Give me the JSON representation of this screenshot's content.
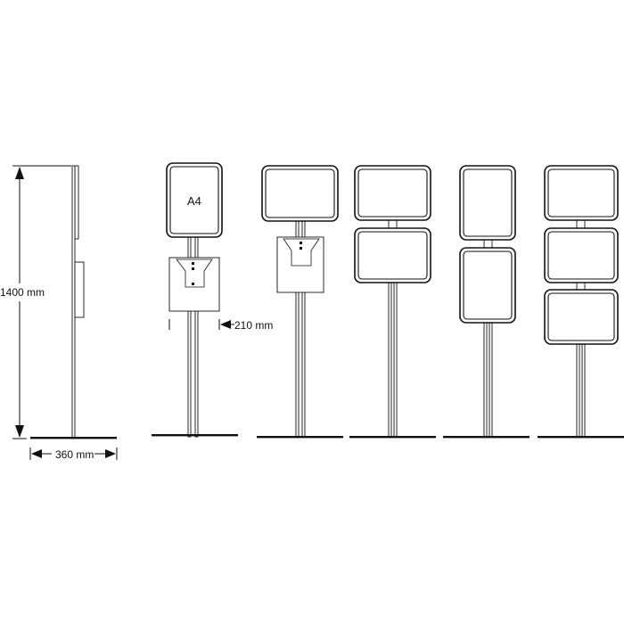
{
  "dimensions": {
    "height_label": "1400 mm",
    "width_label": "360 mm",
    "pocket_label": "210 mm"
  },
  "frame_label": "A4",
  "colors": {
    "line": "#111111",
    "background": "#ffffff"
  }
}
